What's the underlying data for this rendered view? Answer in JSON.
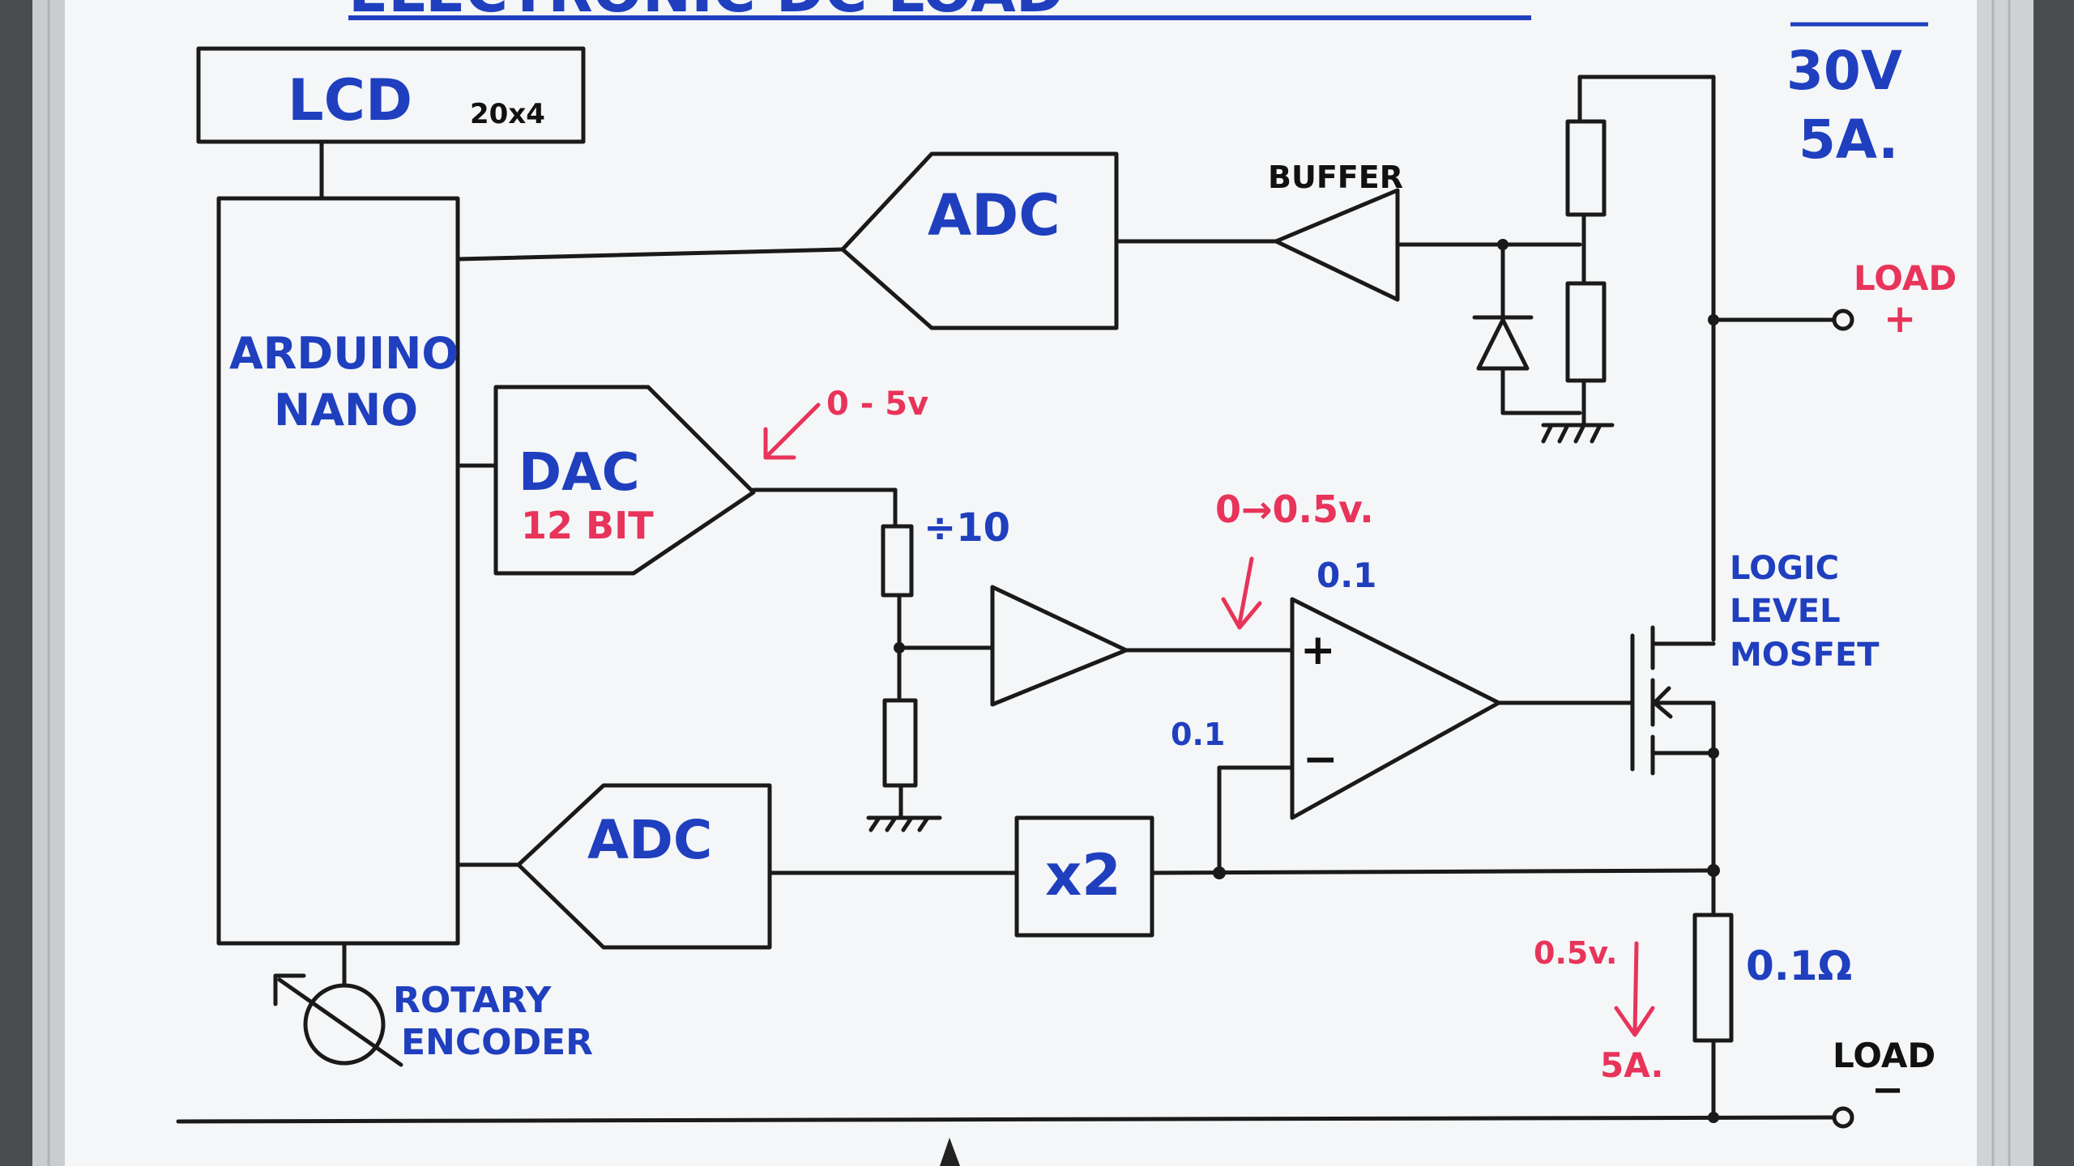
{
  "title": "ELECTRONIC DC LOAD",
  "specs": {
    "voltage": "30V",
    "current": "5A."
  },
  "blocks": {
    "lcd": "LCD",
    "lcd_size": "20x4",
    "mcu_line1": "ARDUINO",
    "mcu_line2": "NANO",
    "adc_top": "ADC",
    "adc_bottom": "ADC",
    "dac": "DAC",
    "dac_bits": "12 BIT",
    "mult": "x2",
    "buffer": "BUFFER",
    "encoder_line1": "ROTARY",
    "encoder_line2": "ENCODER",
    "mosfet_line1": "LOGIC",
    "mosfet_line2": "LEVEL",
    "mosfet_line3": "MOSFET"
  },
  "annotations": {
    "dac_range": "0 - 5v",
    "divider": "÷10",
    "opamp_in_range": "0→0.5v.",
    "opamp_plus_val": "0.1",
    "opamp_minus_val": "0.1",
    "shunt_voltage": "0.5v.",
    "shunt_current": "5A.",
    "shunt_value": "0.1Ω",
    "plus_sign": "+",
    "minus_sign": "−"
  },
  "terminals": {
    "load_plus": "LOAD",
    "load_plus_sign": "+",
    "load_minus": "LOAD",
    "load_minus_sign": "−"
  }
}
